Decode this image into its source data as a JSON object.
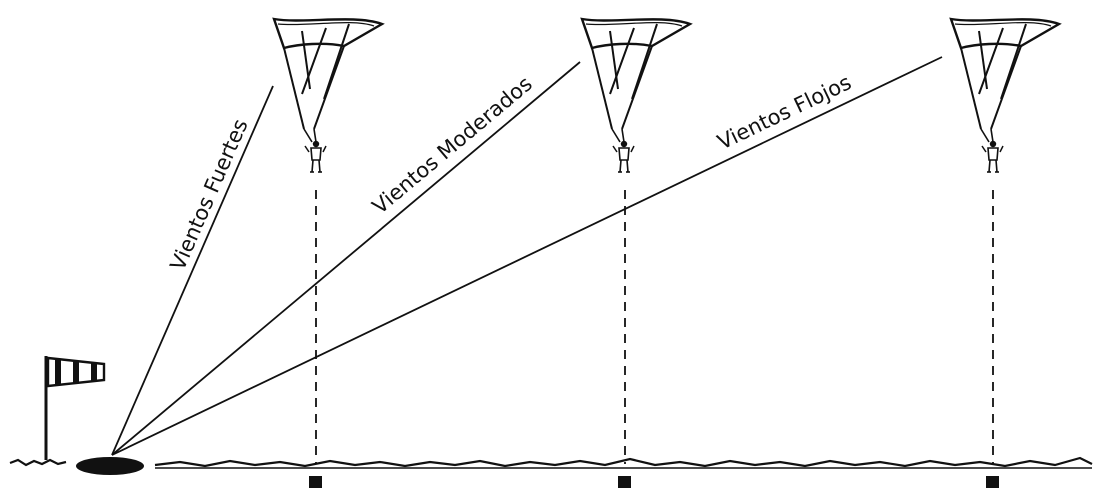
{
  "diagram": {
    "labels": {
      "strong": "Vientos Fuertes",
      "moderate": "Vientos Moderados",
      "light": "Vientos Flojos"
    },
    "ink_color": "#111111",
    "background_color": "#ffffff",
    "icons": [
      "windsock-icon",
      "landing-target-icon",
      "paraglider-icon",
      "ground-marker-icon"
    ]
  }
}
